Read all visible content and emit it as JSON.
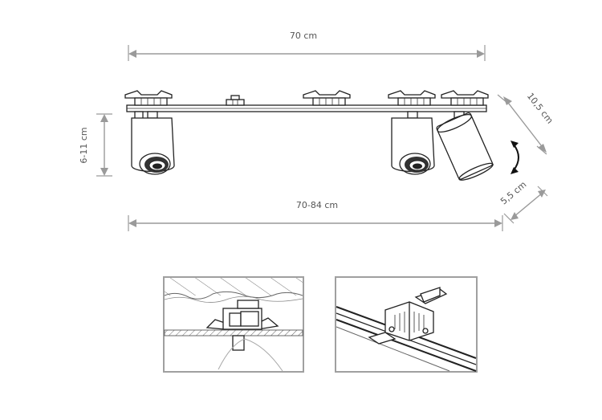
{
  "dimensions": {
    "top_width": "70 cm",
    "bottom_width": "70-84 cm",
    "height": "6-11 cm",
    "spot_length": "10,5 cm",
    "spot_diameter": "5,5 cm"
  },
  "colors": {
    "dimension_line": "#9a9a9a",
    "outline": "#222222",
    "panel_border": "#a0a0a0",
    "background": "#ffffff"
  },
  "icons": {
    "rotation": "rotate-arrow-icon"
  }
}
